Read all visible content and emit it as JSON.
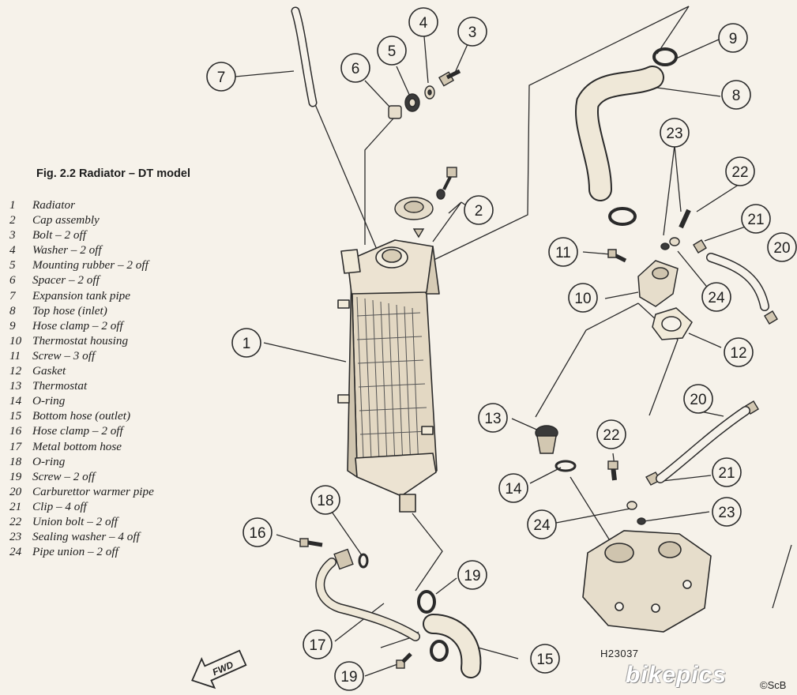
{
  "figure_title": "Fig. 2.2 Radiator – DT model",
  "legend": [
    {
      "num": "1",
      "text": "Radiator"
    },
    {
      "num": "2",
      "text": "Cap assembly"
    },
    {
      "num": "3",
      "text": "Bolt – 2 off"
    },
    {
      "num": "4",
      "text": "Washer – 2 off"
    },
    {
      "num": "5",
      "text": "Mounting rubber – 2 off"
    },
    {
      "num": "6",
      "text": "Spacer – 2 off"
    },
    {
      "num": "7",
      "text": "Expansion tank pipe"
    },
    {
      "num": "8",
      "text": "Top hose (inlet)"
    },
    {
      "num": "9",
      "text": "Hose clamp – 2 off"
    },
    {
      "num": "10",
      "text": "Thermostat housing"
    },
    {
      "num": "11",
      "text": "Screw – 3 off"
    },
    {
      "num": "12",
      "text": "Gasket"
    },
    {
      "num": "13",
      "text": "Thermostat"
    },
    {
      "num": "14",
      "text": "O-ring"
    },
    {
      "num": "15",
      "text": "Bottom hose (outlet)"
    },
    {
      "num": "16",
      "text": "Hose clamp – 2 off"
    },
    {
      "num": "17",
      "text": "Metal bottom hose"
    },
    {
      "num": "18",
      "text": "O-ring"
    },
    {
      "num": "19",
      "text": "Screw – 2 off"
    },
    {
      "num": "20",
      "text": "Carburettor warmer pipe"
    },
    {
      "num": "21",
      "text": "Clip – 4 off"
    },
    {
      "num": "22",
      "text": "Union bolt – 2 off"
    },
    {
      "num": "23",
      "text": "Sealing washer – 4 off"
    },
    {
      "num": "24",
      "text": "Pipe union – 2 off"
    }
  ],
  "callout_labels": [
    "7",
    "6",
    "5",
    "4",
    "3",
    "9",
    "8",
    "23",
    "22",
    "2",
    "21",
    "20",
    "11",
    "10",
    "24",
    "1",
    "12",
    "13",
    "22",
    "20",
    "14",
    "21",
    "24",
    "23",
    "18",
    "16",
    "19",
    "17",
    "15",
    "19"
  ],
  "fwd_label": "FWD",
  "drawing_code": "H23037",
  "watermark": "bikepics",
  "copyright": "©ScB"
}
